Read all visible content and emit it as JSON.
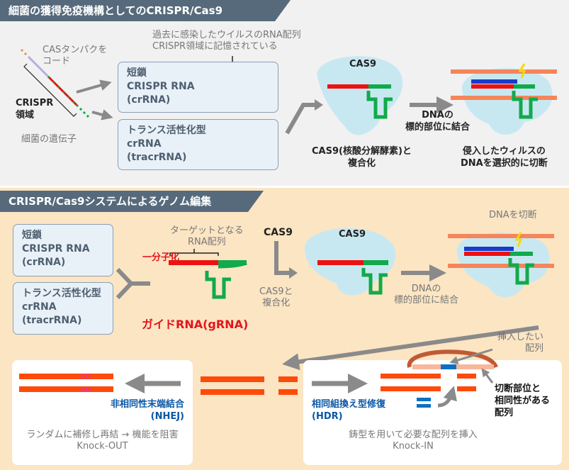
{
  "section1": {
    "title": "細菌の獲得免疫機構としてのCRISPR/Cas9",
    "memory_note": [
      "過去に感染したウイルスのRNA配列",
      "CRISPR領域に記憶されている"
    ],
    "cas_code": [
      "CASタンパクを",
      "コード"
    ],
    "crispr_region": [
      "CRISPR",
      "領域"
    ],
    "bacterial_gene": "細菌の遺伝子",
    "crrna_box": [
      "短鎖",
      "CRISPR RNA",
      "(crRNA)"
    ],
    "tracr_box": [
      "トランス活性化型",
      "crRNA",
      "(tracrRNA)"
    ],
    "cas9_label": "CAS9",
    "complex_label": [
      "CAS9(核酸分解酵素)と",
      "複合化"
    ],
    "bind_label": [
      "DNAの",
      "標的部位に結合"
    ],
    "cut_label": [
      "侵入したウィルスの",
      "DNAを選択的に切断"
    ]
  },
  "section2": {
    "title": "CRISPR/Cas9システムによるゲノム編集",
    "crrna_box": [
      "短鎖",
      "CRISPR RNA",
      "(crRNA)"
    ],
    "tracr_box": [
      "トランス活性化型",
      "crRNA",
      "(tracrRNA)"
    ],
    "unify_label": "一分子化",
    "target_label": [
      "ターゲットとなる",
      "RNA配列"
    ],
    "grna_label": "ガイドRNA(gRNA)",
    "cas9_side": "CAS9",
    "cas9_blob": "CAS9",
    "complex_label": [
      "CAS9と",
      "複合化"
    ],
    "bind_label": [
      "DNAの",
      "標的部位に結合"
    ],
    "cut_label": "DNAを切断",
    "nhej": {
      "title": "非相同性末端結合",
      "abbr": "(NHEJ)",
      "desc": "ランダムに補修し再結 → 機能を阻害",
      "result": "Knock-OUT"
    },
    "hdr": {
      "title": "相同組換え型修復",
      "abbr": "(HDR)",
      "desc": "鋳型を用いて必要な配列を挿入",
      "result": "Knock-IN",
      "insert_label": [
        "挿入したい",
        "配列"
      ],
      "homology_label": [
        "切断部位と",
        "相同性がある",
        "配列"
      ]
    }
  },
  "colors": {
    "header": "#566a7c",
    "crrna_red": "#ee1111",
    "rna_green": "#11aa4c",
    "dna_orange": "#ff4a0a",
    "cas9_blue": "#c8e8f1",
    "insert_blue": "#0b6fc4",
    "arrow_gray": "#8a8a8a"
  }
}
